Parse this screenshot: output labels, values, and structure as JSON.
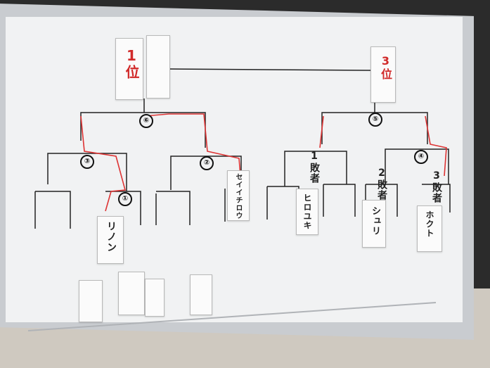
{
  "board": {
    "first_place_label": "1位",
    "third_place_label": "3位",
    "match_numbers": {
      "final": "⑥",
      "third_place": "⑤",
      "left_semi_a": "③",
      "left_semi_b": "②",
      "right_semi": "④",
      "first_round": "①"
    },
    "players": {
      "rinon": "リノン",
      "seiichirou": "セイイチロウ",
      "hiroyuki": "ヒロユキ",
      "shuri": "シュリ",
      "hokuto": "ホクト"
    },
    "loser_labels": {
      "loser1": "1敗者",
      "loser2": "2敗者",
      "loser3": "3敗者"
    }
  }
}
